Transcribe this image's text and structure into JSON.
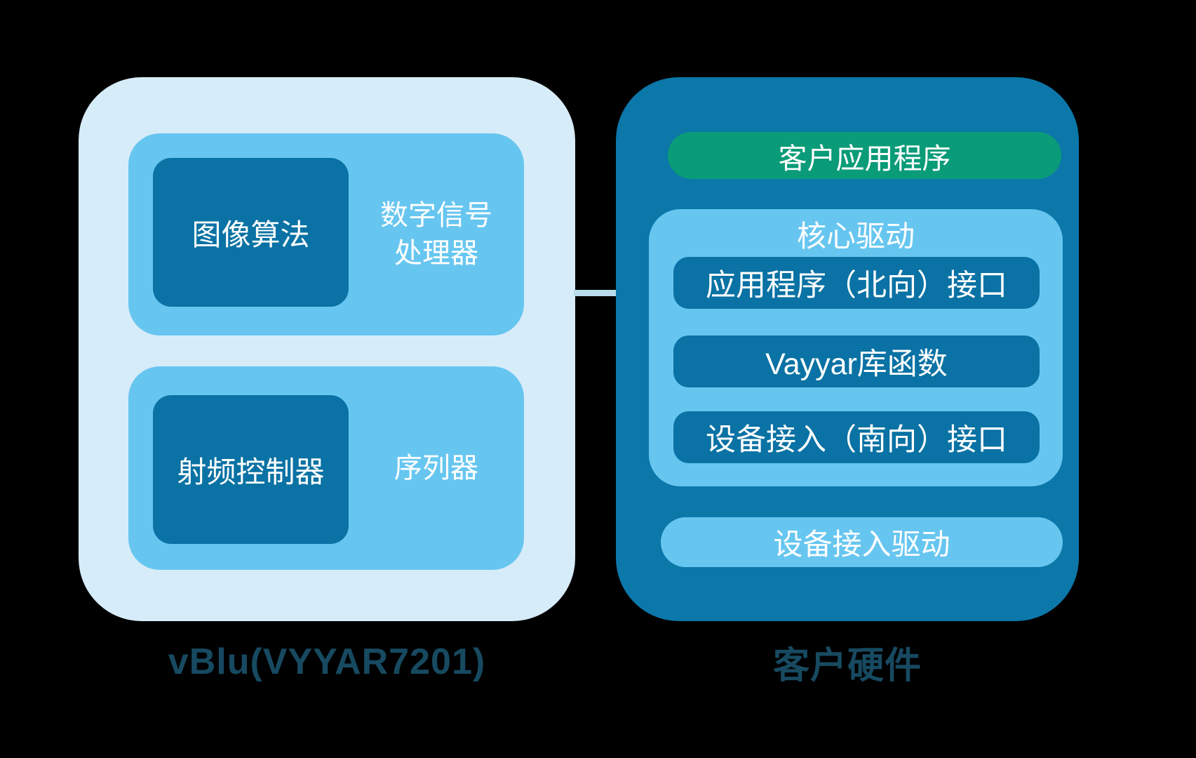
{
  "colors": {
    "background": "#000000",
    "light_box": "#d7ecf9",
    "medium_blue": "#67c6f0",
    "dark_blue": "#0a72a4",
    "panel_dark": "#0c77a9",
    "green": "#0a9b78",
    "connector": "#b9dcec",
    "caption_text": "#174a61",
    "text_on_fill": "#ffffff"
  },
  "left_panel": {
    "caption": "vBlu(VYYAR7201)",
    "dsp_group": {
      "chip_label": "图像算法",
      "zone_label_line1": "数字信号",
      "zone_label_line2": "处理器"
    },
    "rf_group": {
      "chip_label": "射频控制器",
      "zone_label": "序列器"
    }
  },
  "right_panel": {
    "caption": "客户硬件",
    "app_bar": "客户应用程序",
    "core_driver": {
      "title": "核心驱动",
      "bars": [
        "应用程序（北向）接口",
        "Vayyar库函数",
        "设备接入（南向）接口"
      ]
    },
    "device_driver_bar": "设备接入驱动"
  }
}
